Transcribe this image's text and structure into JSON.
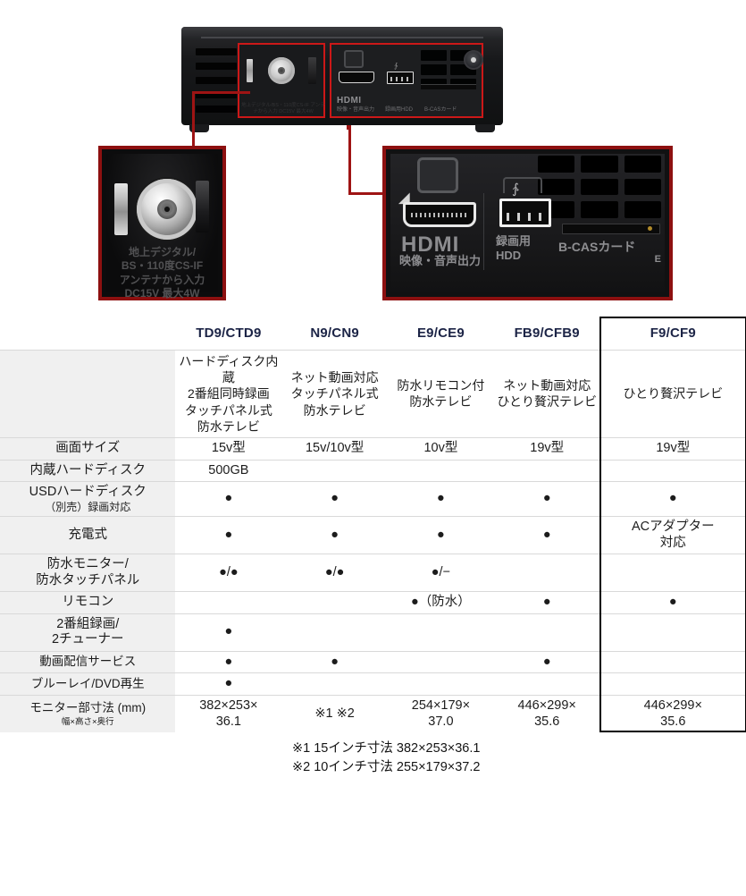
{
  "photo": {
    "device_labels": {
      "antenna_small": "地上デジタル/BS・110度CS-IF アンテナから入力 DC15V 最大4W",
      "hdmi_word": "HDMI",
      "hdmi_small": "映像・音声出力",
      "hdd_small": "録画用HDD",
      "bcas_small": "B-CASカード"
    },
    "detail_antenna": {
      "text": "地上デジタル/\nBS・110度CS-IF\nアンテナから入力\nDC15V 最大4W",
      "line1": "地上デジタル/",
      "line2": "BS・110度CS-IF",
      "line3": "アンテナから入力",
      "line4": "DC15V 最大4W"
    },
    "detail_io": {
      "hdmi_word": "HDMI",
      "hdmi_sub": "映像・音声出力",
      "hdd_line1": "録画用",
      "hdd_line2": "HDD",
      "bcas": "B-CASカード",
      "edge": "E"
    },
    "accent_red": "#cc1818",
    "lead_red": "#9e1414"
  },
  "table": {
    "highlight_color": "#000000",
    "header_color": "#1c2446",
    "rowlabel_bg": "#f0f0f0",
    "columns": [
      {
        "key": "rowlabel",
        "label": ""
      },
      {
        "key": "td9",
        "label": "TD9/CTD9"
      },
      {
        "key": "n9",
        "label": "N9/CN9"
      },
      {
        "key": "e9",
        "label": "E9/CE9"
      },
      {
        "key": "fb9",
        "label": "FB9/CFB9"
      },
      {
        "key": "f9",
        "label": "F9/CF9",
        "highlight": true
      }
    ],
    "rows": [
      {
        "name": "description",
        "label": "",
        "cells": [
          "ハードディスク内蔵\n2番組同時録画\nタッチパネル式\n防水テレビ",
          "ネット動画対応\nタッチパネル式\n防水テレビ",
          "防水リモコン付\n防水テレビ",
          "ネット動画対応\nひとり贅沢テレビ",
          "ひとり贅沢テレビ"
        ]
      },
      {
        "name": "screen-size",
        "label": "画面サイズ",
        "cells": [
          "15v型",
          "15v/10v型",
          "10v型",
          "19v型",
          "19v型"
        ]
      },
      {
        "name": "internal-hdd",
        "label": "内蔵ハードディスク",
        "cells": [
          "500GB",
          "",
          "",
          "",
          ""
        ]
      },
      {
        "name": "usb-hdd-recording",
        "label": "USDハードディスク\n（別売）録画対応",
        "label_line1": "USDハードディスク",
        "label_line2": "（別売）録画対応",
        "cells": [
          "●",
          "●",
          "●",
          "●",
          "●"
        ]
      },
      {
        "name": "rechargeable",
        "label": "充電式",
        "cells": [
          "●",
          "●",
          "●",
          "●",
          "ACアダプター\n対応"
        ]
      },
      {
        "name": "waterproof-monitor-panel",
        "label": "防水モニター/\n防水タッチパネル",
        "label_line1": "防水モニター/",
        "label_line2": "防水タッチパネル",
        "cells": [
          "●/●",
          "●/●",
          "●/−",
          "",
          ""
        ]
      },
      {
        "name": "remote-control",
        "label": "リモコン",
        "cells": [
          "",
          "",
          "●（防水）",
          "●",
          "●"
        ]
      },
      {
        "name": "dual-recording-tuner",
        "label": "2番組録画/\n2チューナー",
        "label_line1": "2番組録画/",
        "label_line2": "2チューナー",
        "cells": [
          "●",
          "",
          "",
          "",
          ""
        ]
      },
      {
        "name": "video-streaming-service",
        "label": "動画配信サービス",
        "cells": [
          "●",
          "●",
          "",
          "●",
          ""
        ]
      },
      {
        "name": "bluray-dvd-playback",
        "label": "ブルーレイ/DVD再生",
        "cells": [
          "●",
          "",
          "",
          "",
          ""
        ]
      },
      {
        "name": "monitor-dimensions",
        "label": "モニター部寸法 (mm)",
        "label_sub": "幅×高さ×奥行",
        "cells": [
          "382×253×\n36.1",
          "※1 ※2",
          "254×179×\n37.0",
          "446×299×\n35.6",
          "446×299×\n35.6"
        ]
      }
    ],
    "footnotes": [
      "※1 15インチ寸法 382×253×36.1",
      "※2 10インチ寸法 255×179×37.2"
    ]
  }
}
